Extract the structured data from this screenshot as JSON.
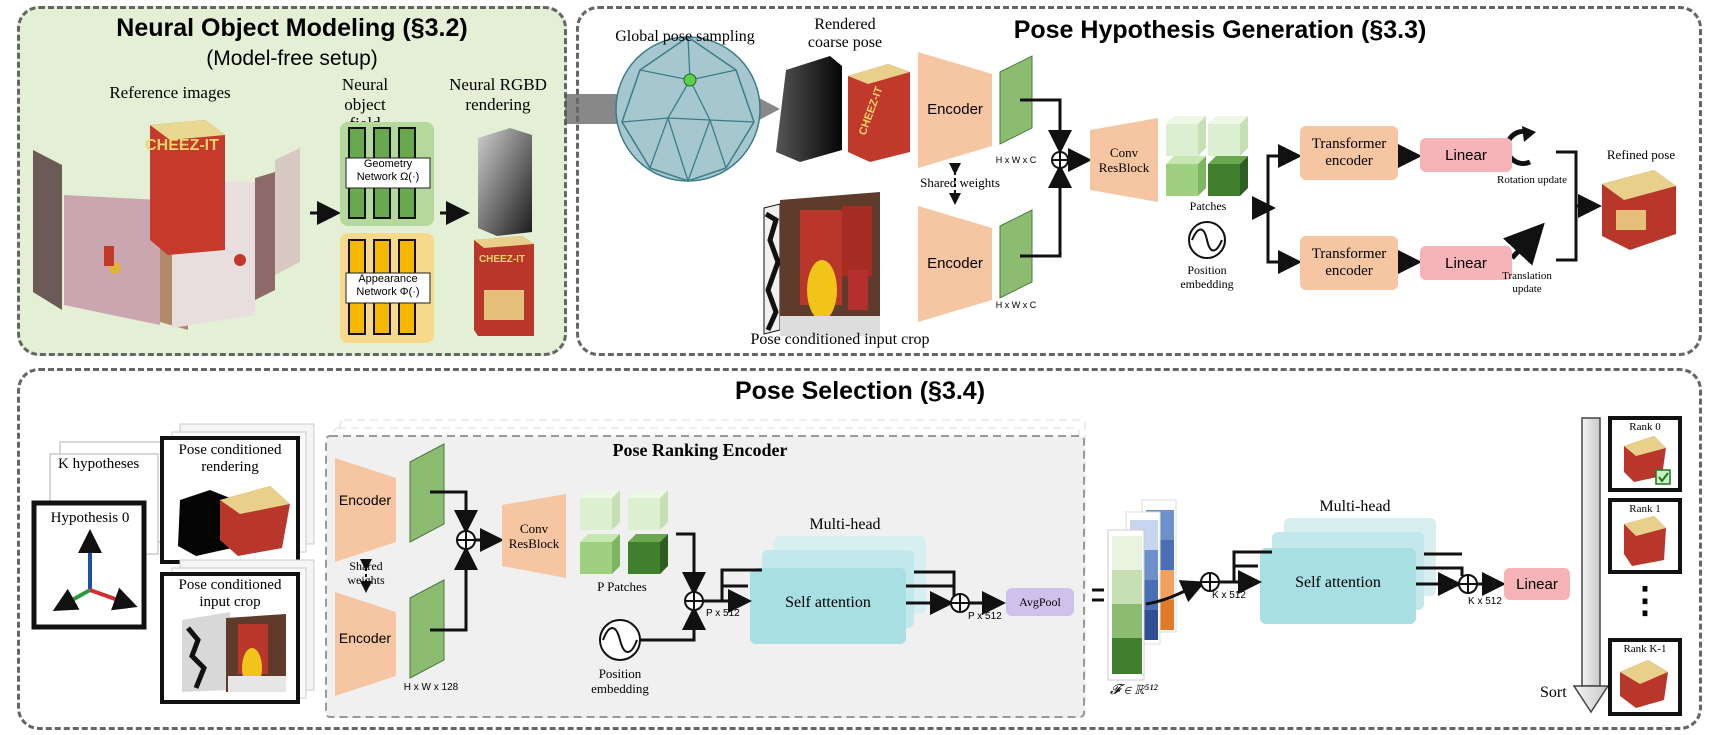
{
  "modeling": {
    "title": "Neural Object Modeling (§3.2)",
    "subtitle": "(Model-free setup)",
    "reference_images": "Reference images",
    "neural_object_field": "Neural object field",
    "neural_rgbd": "Neural RGBD rendering",
    "geometry_network": "Geometry Network Ω(·)",
    "appearance_network": "Appearance Network Φ(·)"
  },
  "hypothesis": {
    "title": "Pose Hypothesis Generation (§3.3)",
    "global_pose_sampling": "Global pose sampling",
    "rendered_coarse_pose": "Rendered coarse pose",
    "encoder_top": "Encoder",
    "encoder_bottom": "Encoder",
    "shared_weights": "Shared weights",
    "hwc_top": "H x W x C",
    "hwc_bottom": "H x W x C",
    "conv_resblock": "Conv ResBlock",
    "patches": "Patches",
    "position_embedding": "Position embedding",
    "transformer_top": "Transformer encoder",
    "transformer_bottom": "Transformer encoder",
    "linear_top": "Linear",
    "linear_bottom": "Linear",
    "rotation_update": "Rotation update",
    "translation_update": "Translation update",
    "refined_pose": "Refined pose",
    "input_crop": "Pose conditioned input crop"
  },
  "selection": {
    "title": "Pose Selection (§3.4)",
    "k_hypotheses": "K hypotheses",
    "hypothesis_0": "Hypothesis 0",
    "pose_rendering": "Pose conditioned rendering",
    "pose_input_crop": "Pose conditioned input crop",
    "ranking_encoder": "Pose Ranking Encoder",
    "encoder_top": "Encoder",
    "encoder_bottom": "Encoder",
    "shared_weights": "Shared weights",
    "hw128": "H x W x 128",
    "conv_resblock": "Conv ResBlock",
    "p_patches": "P Patches",
    "position_embedding": "Position embedding",
    "multihead_1": "Multi-head",
    "self_attention_1": "Self attention",
    "px512_a": "P x 512",
    "px512_b": "P x 512",
    "avgpool": "AvgPool",
    "feature_space": "𝓕 ∈ ℝ⁵¹²",
    "kx512_a": "K x 512",
    "multihead_2": "Multi-head",
    "self_attention_2": "Self attention",
    "kx512_b": "K x 512",
    "linear": "Linear",
    "rank_0": "Rank 0",
    "rank_1": "Rank 1",
    "rank_k": "Rank K-1",
    "dots": "⋮",
    "sort": "Sort"
  },
  "colors": {
    "modeling_bg": "#e3f0d6",
    "hypothesis_bg": "#e6e0ef",
    "selection_bg": "#fbe8dc",
    "encoder": "#f6c5a2",
    "transformer": "#f6c5a2",
    "linear": "#f6b3b8",
    "attention": "#a8dfe3",
    "avgpool": "#cfc1ec",
    "geometry_green": "#6aa84f",
    "appearance_yellow": "#f5b800"
  }
}
